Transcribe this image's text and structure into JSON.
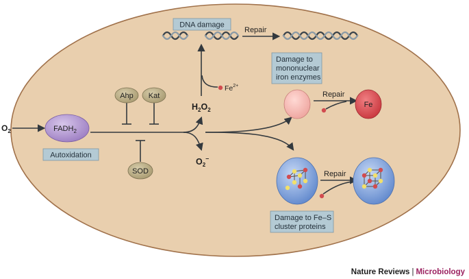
{
  "colors": {
    "cell_fill": "#e9cfae",
    "cell_stroke": "#a0714a",
    "box_fill": "#b4cad4",
    "box_stroke": "#7d97a4",
    "olive": "#b9ad86",
    "fadh_fill": "#b59ad2",
    "blob_pink": "#f4b6b0",
    "blob_red": "#df5257",
    "blob_blue": "#7fa2dc",
    "accent": "#9b2260"
  },
  "labels": {
    "o2_in": "O",
    "o2_in_sub": "2",
    "fadh": "FADH",
    "fadh_sub": "2",
    "autoxidation": "Autoxidation",
    "ahp": "Ahp",
    "kat": "Kat",
    "sod": "SOD",
    "h2o2": [
      "H",
      "2",
      "O",
      "2"
    ],
    "superoxide": [
      "O",
      "2",
      "–"
    ],
    "fe2": "Fe",
    "fe2_sup": "2+",
    "dna_damage": "DNA damage",
    "repair_dna": "Repair",
    "mono_damage": [
      "Damage to",
      "mononuclear",
      "iron enzymes"
    ],
    "repair_mono": "Repair",
    "fe": "Fe",
    "fes_damage": [
      "Damage to Fe–S",
      "cluster proteins"
    ],
    "repair_fes": "Repair"
  },
  "credit": {
    "journal": "Nature Reviews",
    "separator": "|",
    "section": "Microbiology"
  }
}
